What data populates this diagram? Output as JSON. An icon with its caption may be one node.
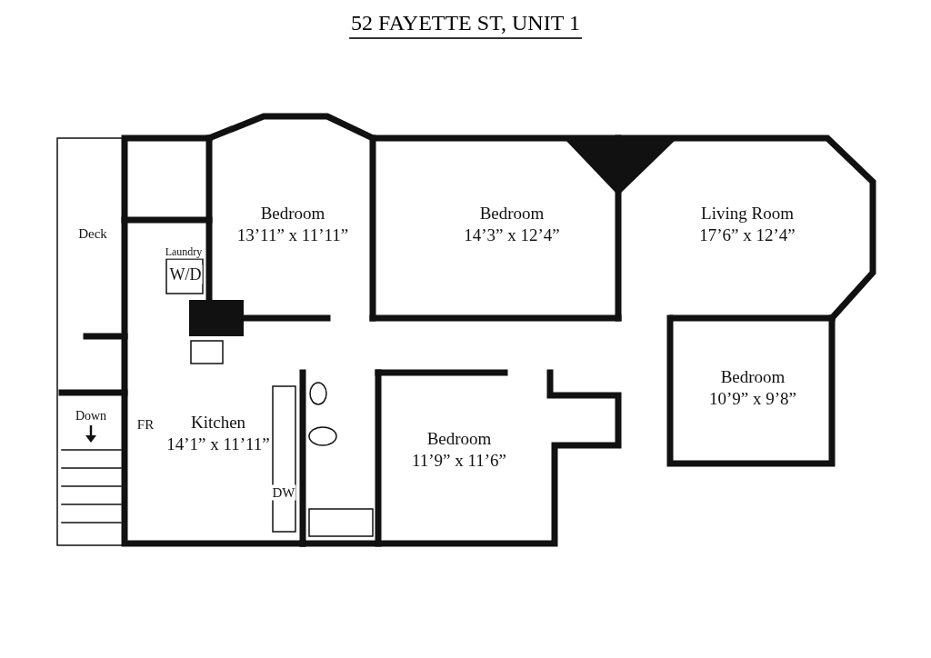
{
  "diagram": {
    "title": "52 FAYETTE ST, UNIT 1",
    "nodes": [
      {
        "text": [
          "Deck"
        ]
      },
      {
        "text": [
          "Bedroom",
          "13’11” x 11’11”"
        ]
      },
      {
        "text": [
          "Bedroom",
          "14’3” x 12’4”"
        ]
      },
      {
        "text": [
          "Living Room",
          "17’6” x 12’4”"
        ]
      },
      {
        "text": [
          "Bedroom",
          "10’9” x 9’8”"
        ]
      },
      {
        "text": [
          "Kitchen",
          "14’1” x 11’11”"
        ]
      },
      {
        "text": [
          "Bedroom",
          "11’9” x 11’6”"
        ]
      }
    ],
    "edges": [],
    "labels": [
      "Laundry",
      "W/D",
      "Down",
      "FR",
      "DW"
    ]
  }
}
